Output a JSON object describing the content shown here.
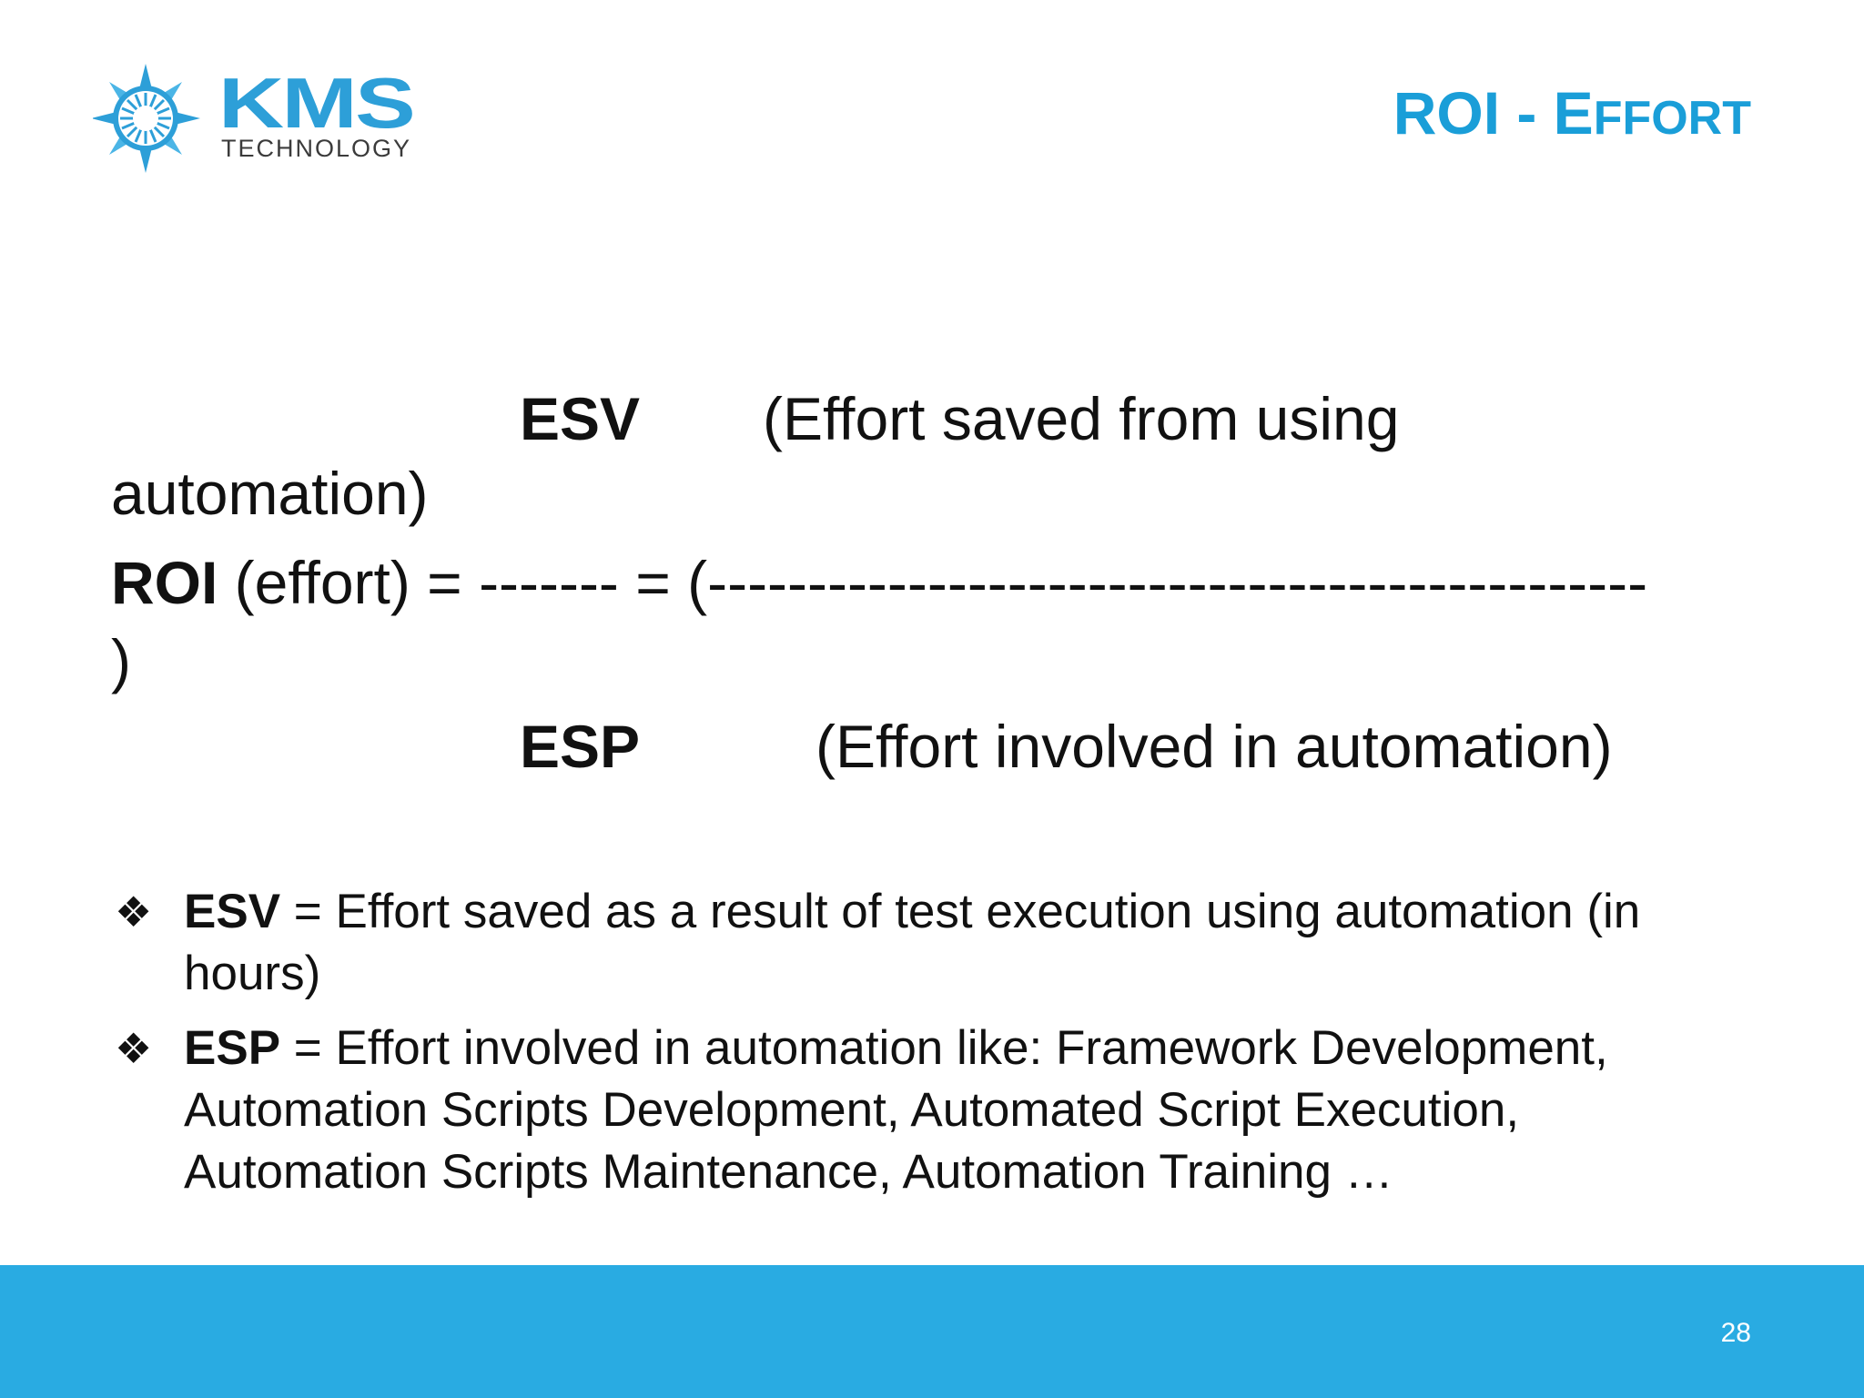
{
  "logo": {
    "wordmark": "KMS",
    "subtitle": "TECHNOLOGY",
    "icon": "sunburst-logo-icon",
    "color": "#2d9fd8"
  },
  "title": {
    "part1": "ROI - E",
    "part2": "FFORT",
    "color": "#1a9ed8"
  },
  "formula": {
    "numerator_term": "ESV",
    "numerator_desc": "(Effort saved from using",
    "numerator_desc_cont": "automation)",
    "lhs_bold": "ROI",
    "lhs_rest": " (effort) = ------- = (-----------------------------------------------",
    "close_paren": ")",
    "denominator_term": "ESP",
    "denominator_desc": "(Effort involved in automation)"
  },
  "bullets": [
    {
      "marker": "❖",
      "term": "ESV",
      "text": " = Effort saved as a result of test execution using automation (in hours)"
    },
    {
      "marker": "❖",
      "term": "ESP",
      "text": " = Effort involved in automation like: Framework Development, Automation Scripts Development, Automated Script Execution, Automation Scripts Maintenance, Automation Training …"
    }
  ],
  "footer": {
    "page_number": "28",
    "color": "#29abe2"
  }
}
